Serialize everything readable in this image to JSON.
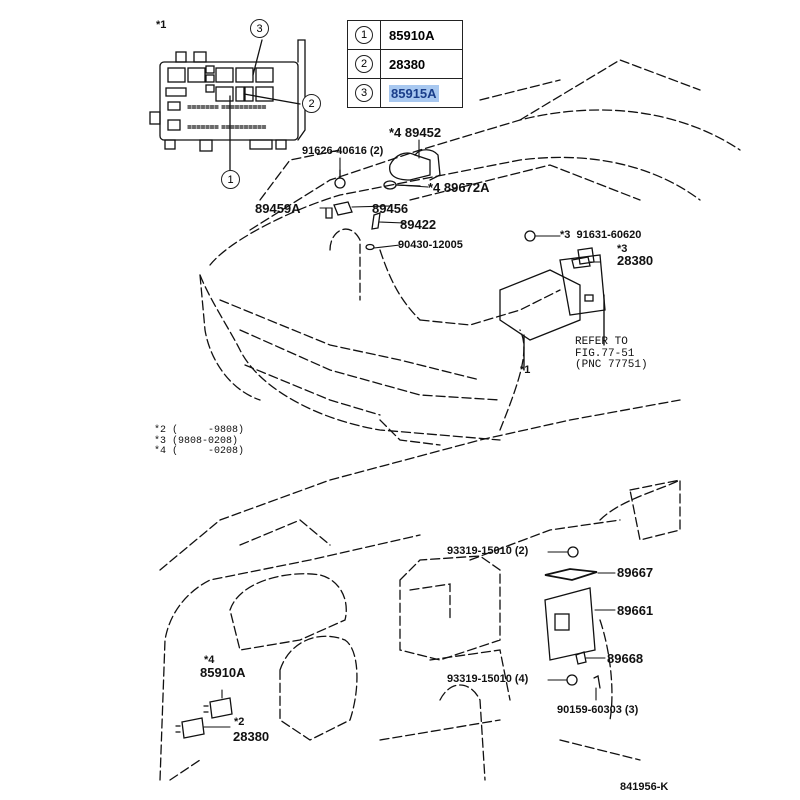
{
  "diagram": {
    "type": "parts-exploded-view",
    "figure_code": "841956-K",
    "legend": [
      {
        "num": "1",
        "part": "85910A",
        "highlighted": false
      },
      {
        "num": "2",
        "part": "28380",
        "highlighted": false
      },
      {
        "num": "3",
        "part": "85915A",
        "highlighted": true
      }
    ],
    "highlight_color": "#a8c8f0",
    "relay_block": {
      "note": "*1",
      "callouts": [
        "1",
        "2",
        "3"
      ]
    },
    "engine_bay_labels": [
      {
        "id": "89452",
        "prefix": "*4",
        "text": "89452"
      },
      {
        "id": "91626",
        "text": "91626-40616 (2)"
      },
      {
        "id": "89672A",
        "prefix": "*4",
        "text": "89672A"
      },
      {
        "id": "89459A",
        "text": "89459A"
      },
      {
        "id": "89456",
        "text": "89456"
      },
      {
        "id": "89422",
        "text": "89422"
      },
      {
        "id": "90430",
        "text": "90430-12005"
      },
      {
        "id": "91631",
        "prefix": "*3",
        "text": "91631-60620"
      },
      {
        "id": "28380-top",
        "prefix": "*3",
        "text": "28380"
      }
    ],
    "refer_note": [
      "REFER TO",
      "FIG.77-51",
      "(PNC 77751)"
    ],
    "star1_label": "*1",
    "notes": [
      "*2 (     -9808)",
      "*3 (9808-0208)",
      "*4 (     -0208)"
    ],
    "dash_labels": [
      {
        "id": "93319-a",
        "text": "93319-15010 (2)"
      },
      {
        "id": "89667",
        "text": "89667"
      },
      {
        "id": "89661",
        "text": "89661"
      },
      {
        "id": "89668",
        "text": "89668"
      },
      {
        "id": "93319-b",
        "text": "93319-15010 (4)"
      },
      {
        "id": "90159",
        "text": "90159-60303 (3)"
      },
      {
        "id": "85910A",
        "prefix": "*4",
        "text": "85910A"
      },
      {
        "id": "28380-bottom",
        "prefix": "*2",
        "text": "28380"
      }
    ]
  }
}
